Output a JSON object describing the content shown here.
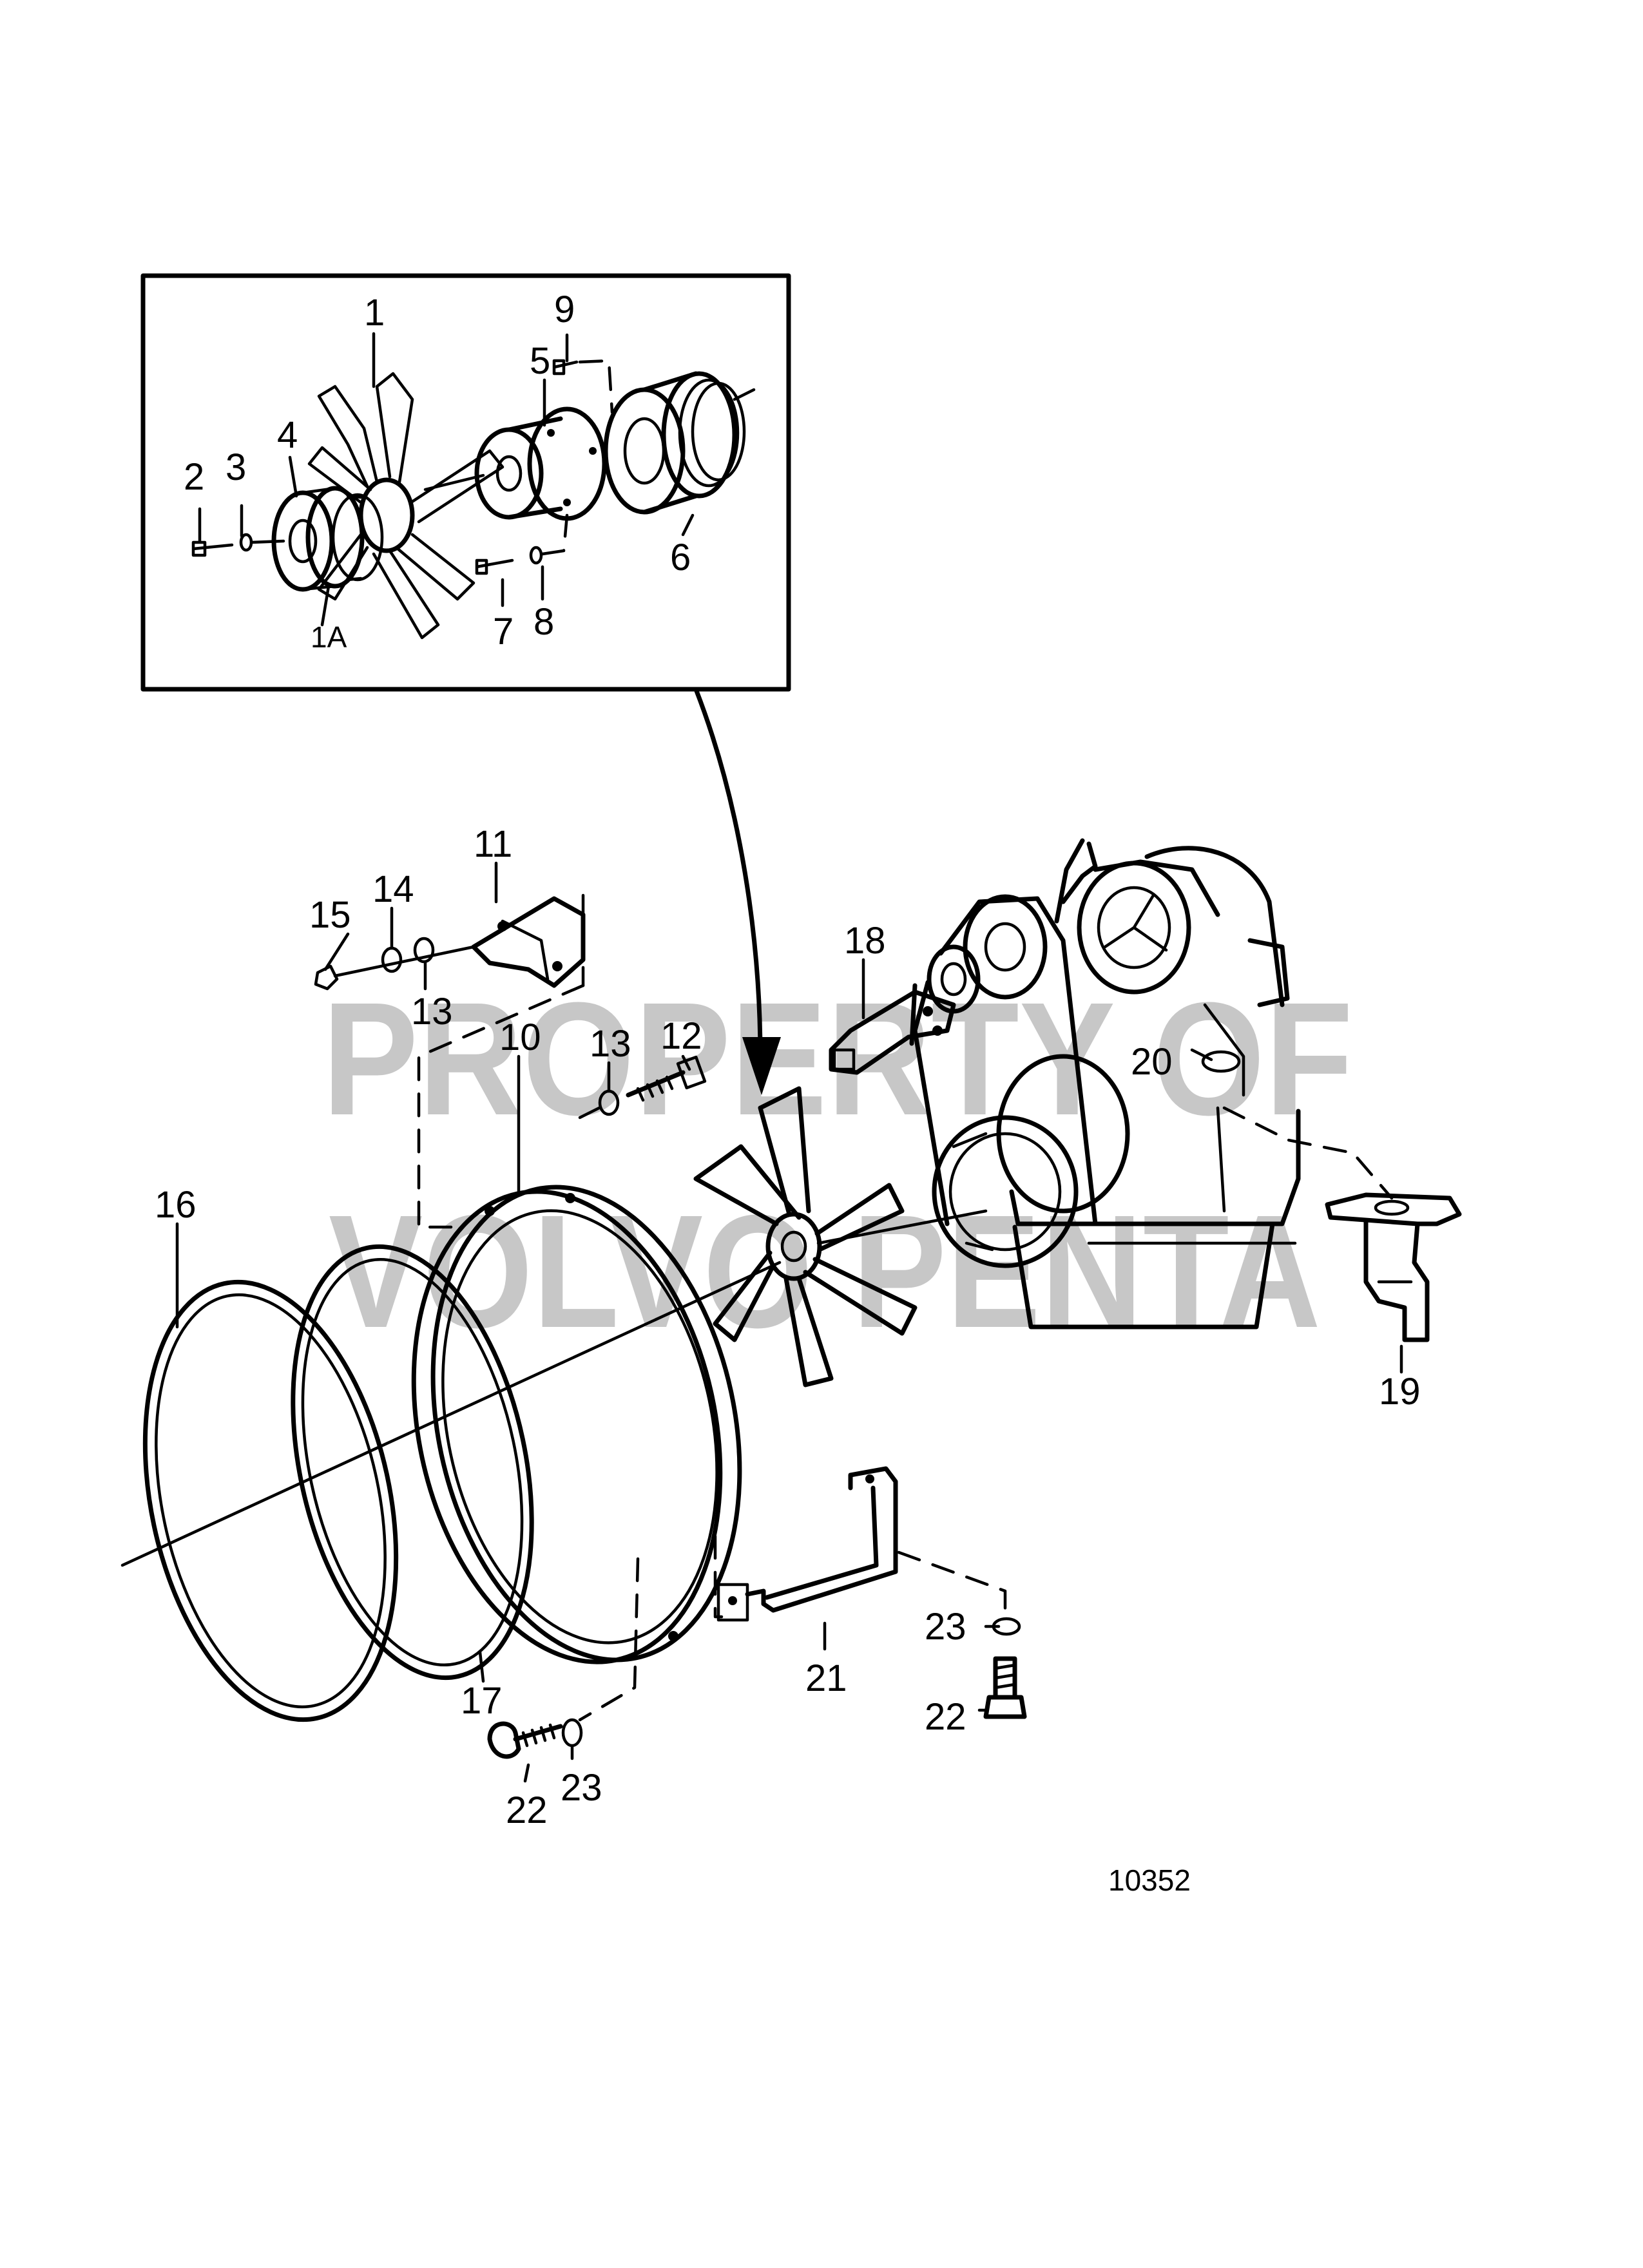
{
  "diagram": {
    "watermark_line1": "PROPERTY OF",
    "watermark_line2": "VOLVO PENTA",
    "figure_number": "10352",
    "callouts": {
      "c1": "1",
      "c1a": "1A",
      "c2": "2",
      "c3": "3",
      "c4": "4",
      "c5": "5",
      "c6": "6",
      "c7": "7",
      "c8": "8",
      "c9": "9",
      "c10": "10",
      "c11": "11",
      "c12": "12",
      "c13a": "13",
      "c13b": "13",
      "c14": "14",
      "c15": "15",
      "c16": "16",
      "c17": "17",
      "c18": "18",
      "c19": "19",
      "c20": "20",
      "c21": "21",
      "c22a": "22",
      "c22b": "22",
      "c23a": "23",
      "c23b": "23"
    }
  }
}
